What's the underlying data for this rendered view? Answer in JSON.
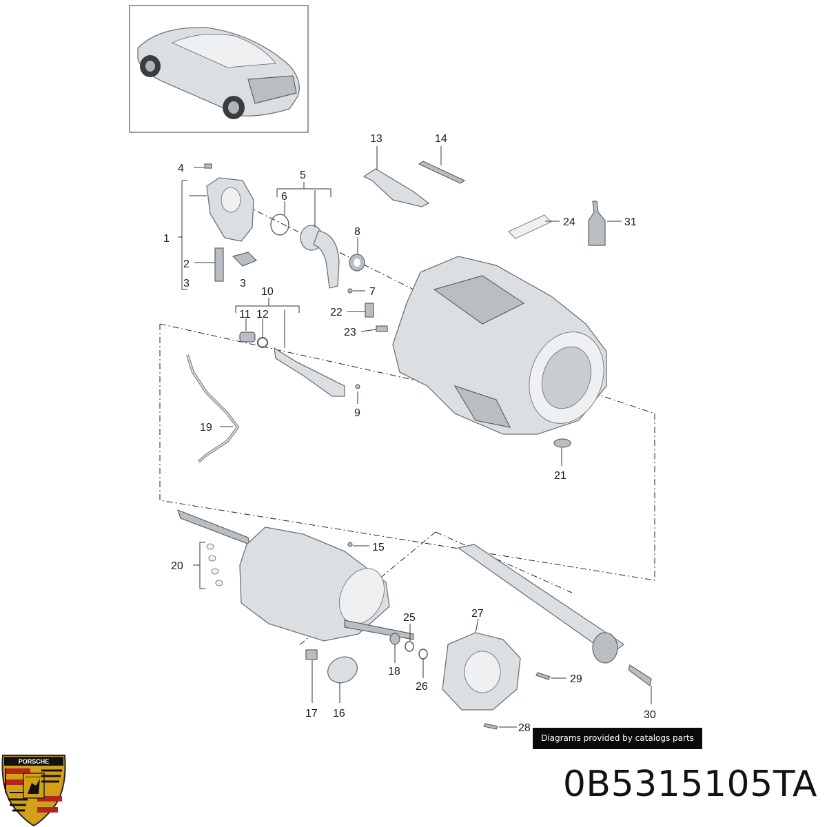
{
  "callouts": [
    {
      "id": "c1",
      "text": "1"
    },
    {
      "id": "c2",
      "text": "2"
    },
    {
      "id": "c3a",
      "text": "3"
    },
    {
      "id": "c3b",
      "text": "3"
    },
    {
      "id": "c4",
      "text": "4"
    },
    {
      "id": "c5",
      "text": "5"
    },
    {
      "id": "c6",
      "text": "6"
    },
    {
      "id": "c7",
      "text": "7"
    },
    {
      "id": "c8",
      "text": "8"
    },
    {
      "id": "c9",
      "text": "9"
    },
    {
      "id": "c10",
      "text": "10"
    },
    {
      "id": "c11",
      "text": "11"
    },
    {
      "id": "c12",
      "text": "12"
    },
    {
      "id": "c13",
      "text": "13"
    },
    {
      "id": "c14",
      "text": "14"
    },
    {
      "id": "c15",
      "text": "15"
    },
    {
      "id": "c16",
      "text": "16"
    },
    {
      "id": "c17",
      "text": "17"
    },
    {
      "id": "c18",
      "text": "18"
    },
    {
      "id": "c19",
      "text": "19"
    },
    {
      "id": "c20",
      "text": "20"
    },
    {
      "id": "c21",
      "text": "21"
    },
    {
      "id": "c22",
      "text": "22"
    },
    {
      "id": "c23",
      "text": "23"
    },
    {
      "id": "c24",
      "text": "24"
    },
    {
      "id": "c25",
      "text": "25"
    },
    {
      "id": "c26",
      "text": "26"
    },
    {
      "id": "c27",
      "text": "27"
    },
    {
      "id": "c28",
      "text": "28"
    },
    {
      "id": "c29",
      "text": "29"
    },
    {
      "id": "c30",
      "text": "30"
    },
    {
      "id": "c31",
      "text": "31"
    }
  ],
  "credit": {
    "text": "Diagrams provided by catalogs parts"
  },
  "part_number": {
    "text": "0B5315105TA"
  },
  "logo": {
    "brand_text": "PORSCHE",
    "city_text": "STUTTGART"
  },
  "colors": {
    "part_fill": "#dcdfe2",
    "part_stroke": "#6d7277",
    "badge_bg": "#0a0a0a",
    "crest_gold": "#d4a017",
    "crest_red": "#b3261e"
  }
}
